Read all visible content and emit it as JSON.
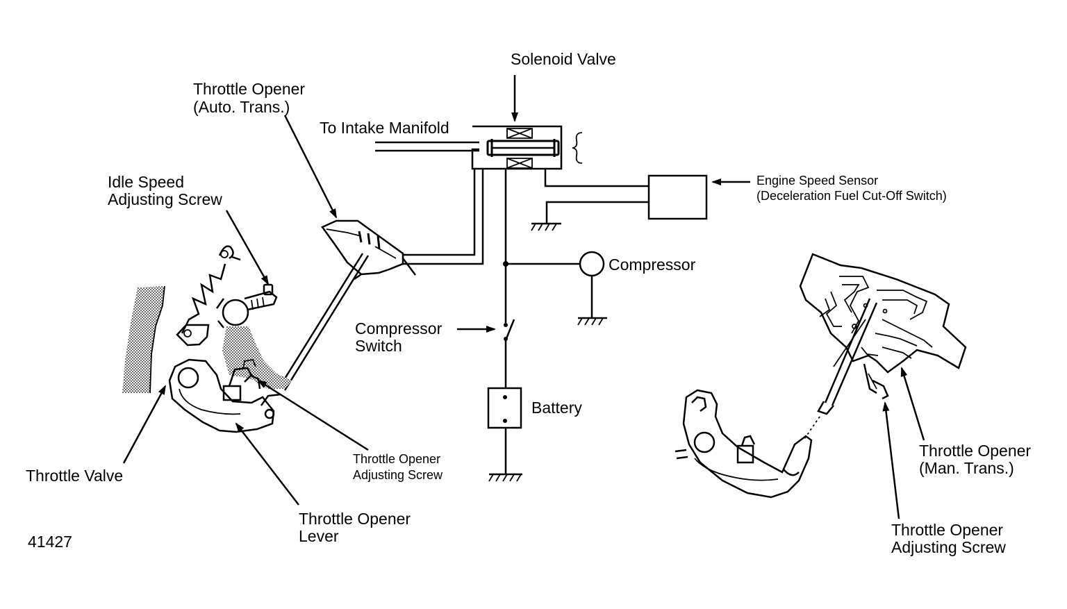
{
  "figure_id": "41427",
  "labels": {
    "solenoid_valve": "Solenoid Valve",
    "to_intake_manifold": "To Intake Manifold",
    "throttle_opener_auto_line1": "Throttle Opener",
    "throttle_opener_auto_line2": "(Auto. Trans.)",
    "idle_speed_line1": "Idle Speed",
    "idle_speed_line2": "Adjusting Screw",
    "engine_speed_sensor_line1": "Engine Speed Sensor",
    "engine_speed_sensor_line2": "(Deceleration Fuel Cut-Off Switch)",
    "compressor": "Compressor",
    "compressor_switch_line1": "Compressor",
    "compressor_switch_line2": "Switch",
    "battery": "Battery",
    "throttle_valve": "Throttle Valve",
    "throttle_opener_adj_left_line1": "Throttle Opener",
    "throttle_opener_adj_left_line2": "Adjusting Screw",
    "throttle_opener_lever_line1": "Throttle Opener",
    "throttle_opener_lever_line2": "Lever",
    "throttle_opener_man_line1": "Throttle Opener",
    "throttle_opener_man_line2": "(Man. Trans.)",
    "throttle_opener_adj_right_line1": "Throttle Opener",
    "throttle_opener_adj_right_line2": "Adjusting Screw"
  }
}
